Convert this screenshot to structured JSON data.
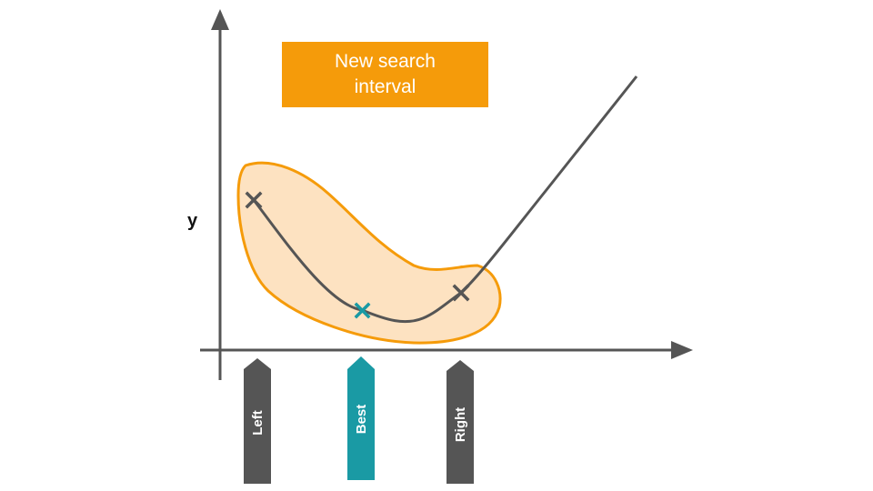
{
  "callout": {
    "text": "New search interval",
    "color": "#f59b0a"
  },
  "axes": {
    "y_label": "y",
    "color": "#555555"
  },
  "colors": {
    "curve": "#555555",
    "interval_fill": "#fde2c1",
    "interval_stroke": "#f59b0a",
    "best": "#1a9aa4",
    "marker_default": "#555555"
  },
  "markers": [
    {
      "id": "left",
      "label": "Left",
      "color": "#555555"
    },
    {
      "id": "best",
      "label": "Best",
      "color": "#1a9aa4"
    },
    {
      "id": "right",
      "label": "Right",
      "color": "#555555"
    }
  ]
}
